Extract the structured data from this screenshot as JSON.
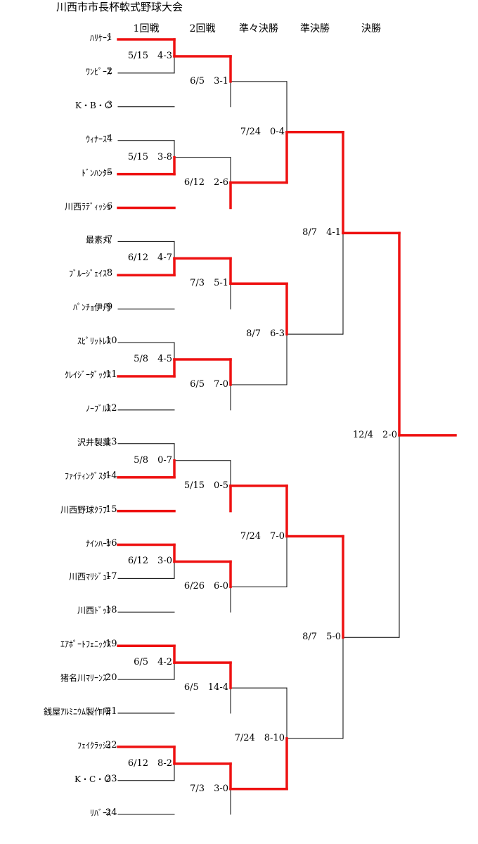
{
  "title": "川西市市長杯軟式野球大会",
  "rounds": [
    "1回戦",
    "2回戦",
    "準々決勝",
    "準決勝",
    "決勝"
  ],
  "colors": {
    "winner": "#ee1111",
    "line": "#000000"
  },
  "teams": [
    {
      "seed": "1",
      "name": "ﾊﾘｹｰﾝ"
    },
    {
      "seed": "2",
      "name": "ﾜﾝﾋﾟｰｽ"
    },
    {
      "seed": "3",
      "name": "K・B・C"
    },
    {
      "seed": "4",
      "name": "ｳｨﾅｰｽﾞ"
    },
    {
      "seed": "5",
      "name": "ﾄﾞﾝﾊﾝﾀｰ"
    },
    {
      "seed": "6",
      "name": "川西ﾗﾃﾞｨｯｼｭ"
    },
    {
      "seed": "7",
      "name": "最素丸"
    },
    {
      "seed": "8",
      "name": "ﾌﾞﾙｰｼﾞｪｲｽﾞ"
    },
    {
      "seed": "9",
      "name": "ﾊﾟﾝﾁｮ伊丹"
    },
    {
      "seed": "10",
      "name": "ｽﾋﾟﾘｯﾄﾚｽ"
    },
    {
      "seed": "11",
      "name": "ｸﾚｲｼﾞｰﾀﾞｯｸｽ"
    },
    {
      "seed": "12",
      "name": "ﾉｰﾌﾞﾙｽ"
    },
    {
      "seed": "13",
      "name": "沢井製薬"
    },
    {
      "seed": "14",
      "name": "ﾌｧｲﾃｨﾝｸﾞｽﾀｰ"
    },
    {
      "seed": "15",
      "name": "川西野球ｸﾗﾌﾞ"
    },
    {
      "seed": "16",
      "name": "ﾅｲﾝﾊｰﾂ"
    },
    {
      "seed": "17",
      "name": "川西ﾏﾘｼﾞｭｰ"
    },
    {
      "seed": "18",
      "name": "川西ﾄﾞｯｸ"
    },
    {
      "seed": "19",
      "name": "ｴｱﾎﾟｰﾄﾌｪﾆｯｸｽ"
    },
    {
      "seed": "20",
      "name": "猪名川ﾏﾘｰﾝｽﾞ"
    },
    {
      "seed": "21",
      "name": "銭屋ｱﾙﾐﾆｳﾑ製作所"
    },
    {
      "seed": "22",
      "name": "ﾌｪｲｸﾗｯｼｭ"
    },
    {
      "seed": "23",
      "name": "K・C・O"
    },
    {
      "seed": "24",
      "name": "ﾘﾊﾞｰｽ"
    }
  ],
  "matches": {
    "r1": [
      {
        "text": "5/15　4-3",
        "winner": "top"
      },
      {
        "text": "5/15　3-8",
        "winner": "bottom"
      },
      {
        "text": "6/12　4-7",
        "winner": "bottom"
      },
      {
        "text": "5/8　4-5",
        "winner": "bottom"
      },
      {
        "text": "5/8　0-7",
        "winner": "bottom"
      },
      {
        "text": "6/12　3-0",
        "winner": "top"
      },
      {
        "text": "6/5　4-2",
        "winner": "top"
      },
      {
        "text": "6/12　8-2",
        "winner": "top"
      }
    ],
    "r2": [
      {
        "text": "6/5　3-1",
        "winner": "top"
      },
      {
        "text": "6/12　2-6",
        "winner": "bottom"
      },
      {
        "text": "7/3　5-1",
        "winner": "top"
      },
      {
        "text": "6/5　7-0",
        "winner": "top"
      },
      {
        "text": "5/15　0-5",
        "winner": "bottom"
      },
      {
        "text": "6/26　6-0",
        "winner": "top"
      },
      {
        "text": "6/5　14-4",
        "winner": "top"
      },
      {
        "text": "7/3　3-0",
        "winner": "top"
      }
    ],
    "qf": [
      {
        "text": "7/24　0-4",
        "winner": "bottom"
      },
      {
        "text": "8/7　6-3",
        "winner": "top"
      },
      {
        "text": "7/24　7-0",
        "winner": "top"
      },
      {
        "text": "7/24　8-10",
        "winner": "bottom"
      }
    ],
    "sf": [
      {
        "text": "8/7　4-1",
        "winner": "top"
      },
      {
        "text": "8/7　5-0",
        "winner": "top"
      }
    ],
    "final": [
      {
        "text": "12/4　2-0",
        "winner": "top"
      }
    ]
  }
}
